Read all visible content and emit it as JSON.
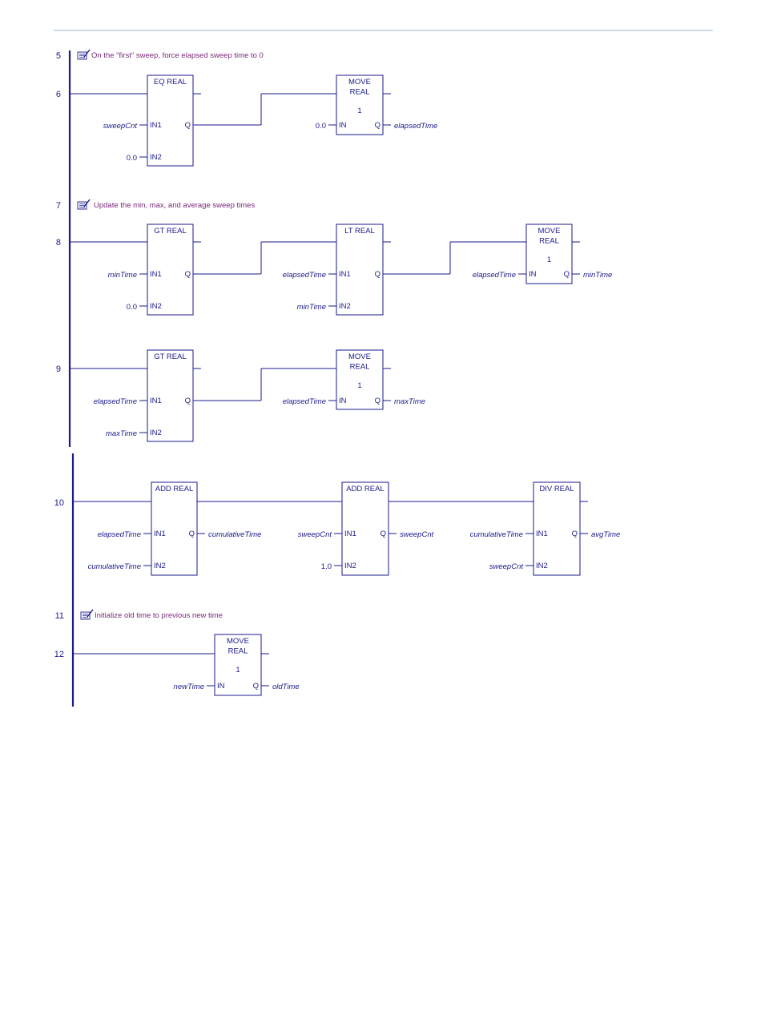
{
  "rungs": [
    {
      "number": "5",
      "comment": "On the \"first\" sweep, force elapsed sweep time to 0"
    },
    {
      "number": "6",
      "blocks": [
        {
          "title": "EQ REAL",
          "in1": "sweepCnt",
          "in2": "0.0"
        },
        {
          "title": "MOVE\nREAL",
          "length": "1",
          "in": "0.0",
          "q": "elapsedTime"
        }
      ]
    },
    {
      "number": "7",
      "comment": "Update the min, max, and average sweep times"
    },
    {
      "number": "8",
      "blocks": [
        {
          "title": "GT REAL",
          "in1": "minTime",
          "in2": "0.0"
        },
        {
          "title": "LT REAL",
          "in1": "elapsedTime",
          "in2": "minTime"
        },
        {
          "title": "MOVE\nREAL",
          "length": "1",
          "in": "elapsedTime",
          "q": "minTime"
        }
      ]
    },
    {
      "number": "9",
      "blocks": [
        {
          "title": "GT REAL",
          "in1": "elapsedTime",
          "in2": "maxTime"
        },
        {
          "title": "MOVE\nREAL",
          "length": "1",
          "in": "elapsedTime",
          "q": "maxTime"
        }
      ]
    },
    {
      "number": "10",
      "blocks": [
        {
          "title": "ADD REAL",
          "in1": "elapsedTime",
          "in2": "cumulativeTime",
          "q": "cumulativeTime"
        },
        {
          "title": "ADD REAL",
          "in1": "sweepCnt",
          "in2": "1.0",
          "q": "sweepCnt"
        },
        {
          "title": "DIV REAL",
          "in1": "cumulativeTime",
          "in2": "sweepCnt",
          "q": "avgTime"
        }
      ]
    },
    {
      "number": "11",
      "comment": "Initialize old time to previous new time"
    },
    {
      "number": "12",
      "blocks": [
        {
          "title": "MOVE\nREAL",
          "length": "1",
          "in": "newTime",
          "q": "oldTime"
        }
      ]
    }
  ],
  "pin_labels": {
    "in1": "IN1",
    "in2": "IN2",
    "in": "IN",
    "q": "Q"
  },
  "colors": {
    "wire": "#1a1a8c",
    "comment": "#7a2a7a",
    "separator": "#9fb6cc"
  },
  "icons": {
    "comment": "comment-note-icon"
  }
}
